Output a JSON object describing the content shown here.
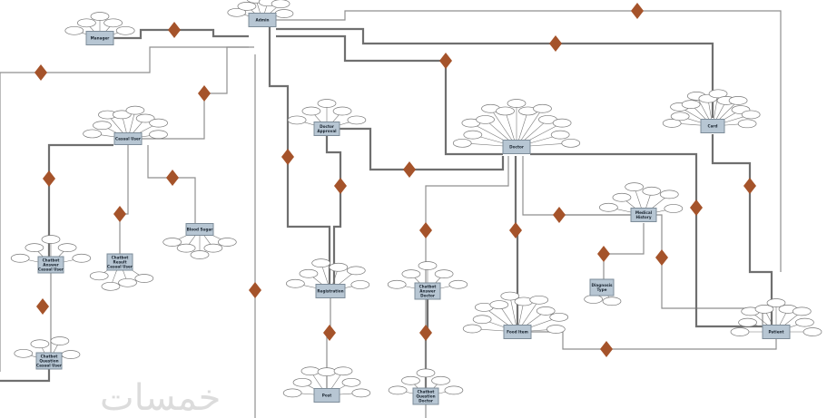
{
  "diagram": {
    "entities": [
      {
        "id": "manager",
        "lines": [
          "Manager"
        ]
      },
      {
        "id": "admin",
        "lines": [
          "Admin"
        ]
      },
      {
        "id": "casual-user",
        "lines": [
          "Casual User"
        ]
      },
      {
        "id": "doctor-approval",
        "lines": [
          "Doctor",
          "Approval"
        ]
      },
      {
        "id": "doctor",
        "lines": [
          "Doctor"
        ]
      },
      {
        "id": "card",
        "lines": [
          "Card"
        ]
      },
      {
        "id": "medical-history",
        "lines": [
          "Medical",
          "History"
        ]
      },
      {
        "id": "patient",
        "lines": [
          "Patient"
        ]
      },
      {
        "id": "chatbot-answer-casual-user",
        "lines": [
          "Chatbot",
          "Answer",
          "Casual User"
        ]
      },
      {
        "id": "chatbot-result-casual-user",
        "lines": [
          "Chatbot",
          "Result",
          "Casual User"
        ]
      },
      {
        "id": "blood-sugar",
        "lines": [
          "Blood Sugar"
        ]
      },
      {
        "id": "chatbot-question-casual-user",
        "lines": [
          "Chatbot",
          "Question",
          "Casual User"
        ]
      },
      {
        "id": "registration",
        "lines": [
          "Registration"
        ]
      },
      {
        "id": "chatbot-answer-doctor",
        "lines": [
          "Chatbot",
          "Answer",
          "Doctor"
        ]
      },
      {
        "id": "food-item",
        "lines": [
          "Food Item"
        ]
      },
      {
        "id": "diagnosis-type",
        "lines": [
          "Diagnosis",
          "Type"
        ]
      },
      {
        "id": "post",
        "lines": [
          "Post"
        ]
      },
      {
        "id": "chatbot-question-doctor",
        "lines": [
          "Chatbot",
          "Question",
          "Doctor"
        ]
      }
    ],
    "colors": {
      "entity_fill": "#b7c6d3",
      "relationship_fill": "#a5532a",
      "line": "#8f8f8f"
    },
    "watermark": "خمسات"
  }
}
